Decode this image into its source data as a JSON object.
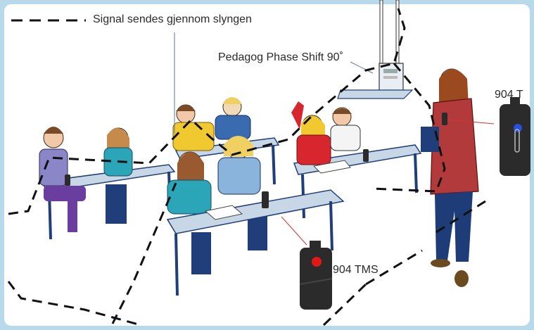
{
  "legend": {
    "text": "Signal sendes gjennom slyngen"
  },
  "labels": {
    "phase_shift": "Pedagog Phase Shift 90˚",
    "t904": "904 T",
    "tms904": "904 TMS"
  },
  "colors": {
    "frame": "#b8d9ea",
    "desk_top": "#c8d7e6",
    "desk_frame": "#1f3e7a",
    "teacher_jacket": "#b23a3a",
    "teacher_pants": "#1e3c78",
    "device_body": "#2b2b2b",
    "led_red": "#e01818",
    "led_blue": "#2a4fd8"
  }
}
